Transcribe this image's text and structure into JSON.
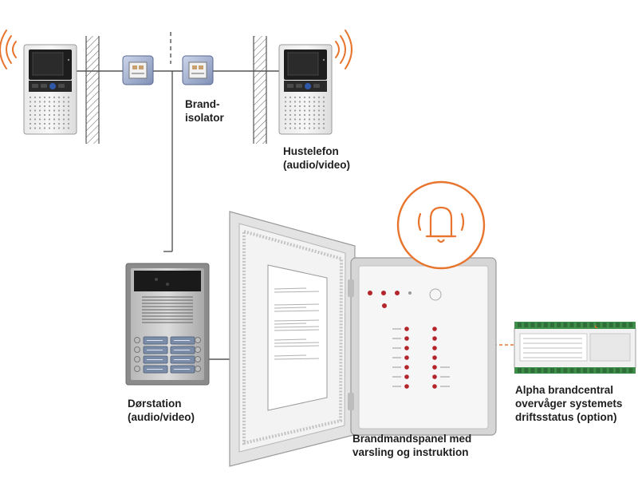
{
  "labels": {
    "brand_isolator": [
      "Brand-",
      "isolator"
    ],
    "house_phone": [
      "Hustelefon",
      "(audio/video)"
    ],
    "door_station": [
      "Dørstation",
      "(audio/video)"
    ],
    "panel": [
      "Brandmandspanel med",
      "varsling og instruktion"
    ],
    "alpha": [
      "Alpha brandcentral",
      "overvåger systemets",
      "driftsstatus (option)"
    ]
  },
  "colors": {
    "accent": "#e8752e",
    "line": "#555555",
    "panel_frame": "#d9d9d9",
    "led": "#b3242b"
  },
  "icons": [
    "signal-waves-icon",
    "bell-icon"
  ]
}
